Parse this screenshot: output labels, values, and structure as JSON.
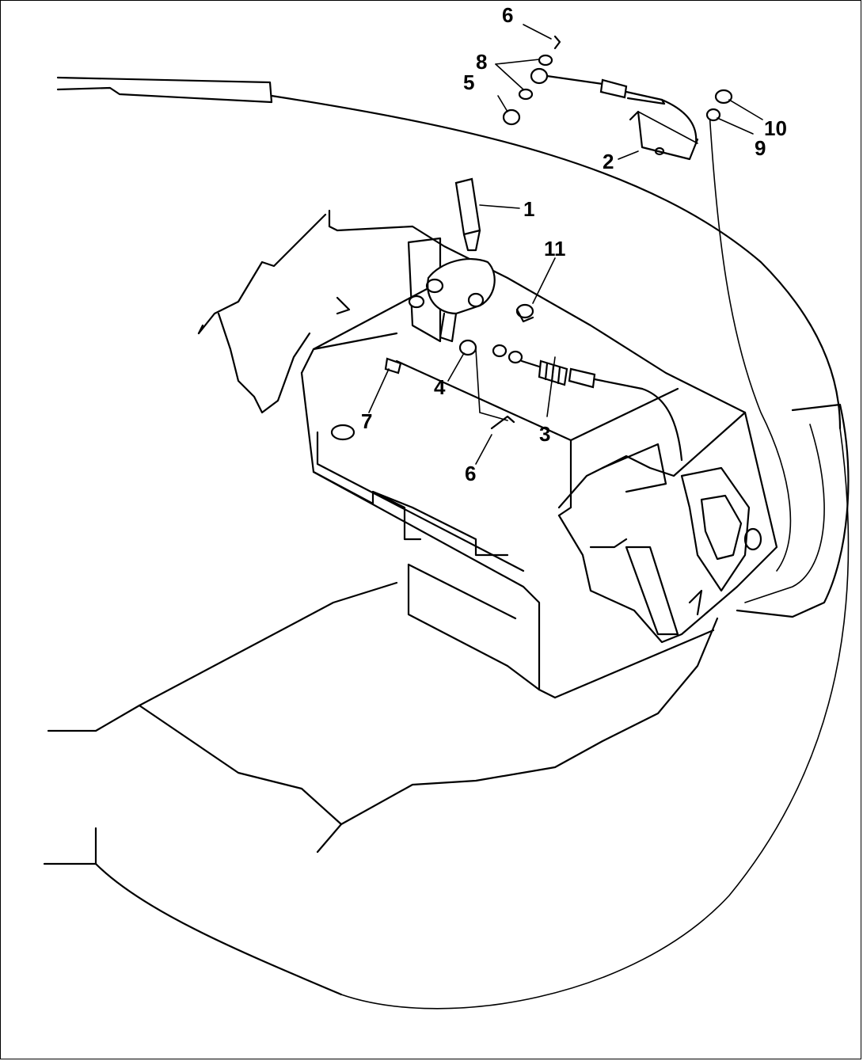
{
  "diagram": {
    "callouts": [
      {
        "id": "c1",
        "text": "1"
      },
      {
        "id": "c2",
        "text": "2"
      },
      {
        "id": "c3",
        "text": "3"
      },
      {
        "id": "c4",
        "text": "4"
      },
      {
        "id": "c5",
        "text": "5"
      },
      {
        "id": "c6a",
        "text": "6"
      },
      {
        "id": "c6b",
        "text": "6"
      },
      {
        "id": "c7",
        "text": "7"
      },
      {
        "id": "c8",
        "text": "8"
      },
      {
        "id": "c9",
        "text": "9"
      },
      {
        "id": "c10",
        "text": "10"
      },
      {
        "id": "c11",
        "text": "11"
      }
    ]
  }
}
